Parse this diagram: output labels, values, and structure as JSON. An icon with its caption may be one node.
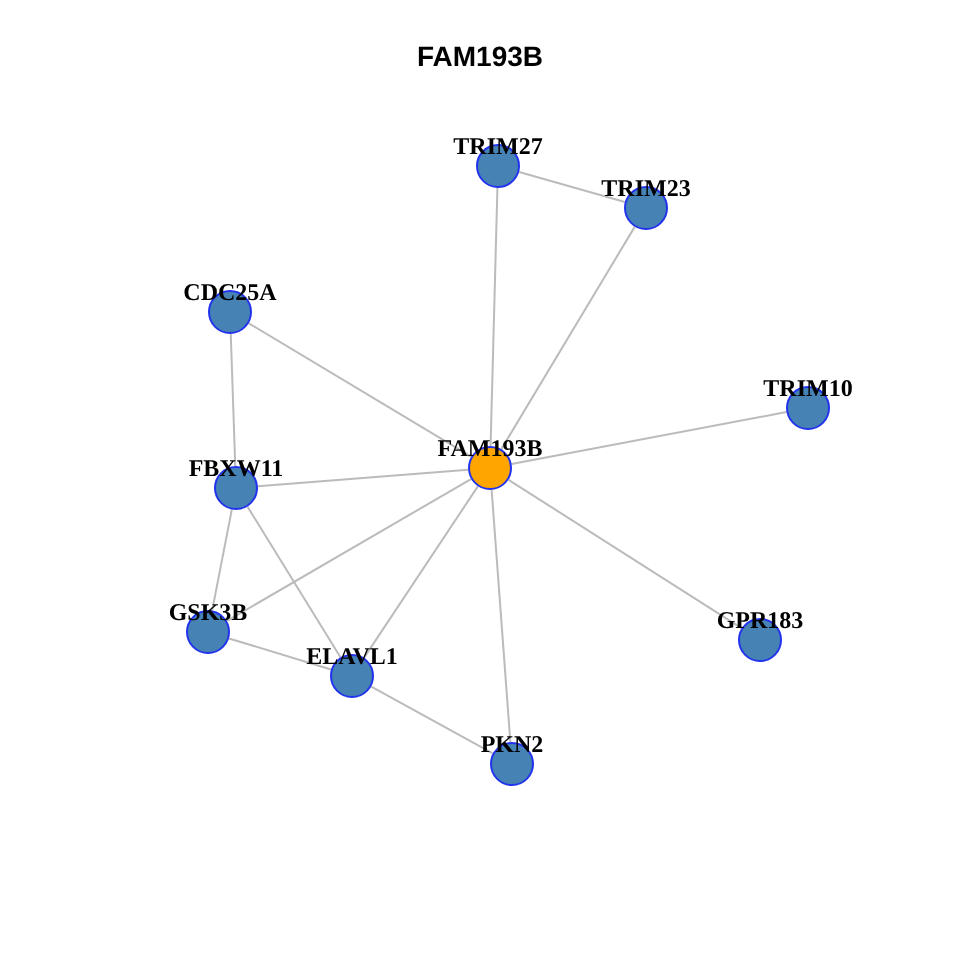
{
  "diagram": {
    "title": "FAM193B",
    "nodes": [
      {
        "text": [
          "TRIM27"
        ]
      },
      {
        "text": [
          "TRIM23"
        ]
      },
      {
        "text": [
          "CDC25A"
        ]
      },
      {
        "text": [
          "TRIM10"
        ]
      },
      {
        "text": [
          "FAM193B"
        ]
      },
      {
        "text": [
          "FBXW11"
        ]
      },
      {
        "text": [
          "GSK3B"
        ]
      },
      {
        "text": [
          "GPR183"
        ]
      },
      {
        "text": [
          "ELAVL1"
        ]
      },
      {
        "text": [
          "PKN2"
        ]
      }
    ],
    "edges": [
      {
        "from": 4,
        "to": 0,
        "arrow": "none"
      },
      {
        "from": 4,
        "to": 1,
        "arrow": "none"
      },
      {
        "from": 4,
        "to": 2,
        "arrow": "none"
      },
      {
        "from": 4,
        "to": 3,
        "arrow": "none"
      },
      {
        "from": 4,
        "to": 5,
        "arrow": "none"
      },
      {
        "from": 4,
        "to": 6,
        "arrow": "none"
      },
      {
        "from": 4,
        "to": 7,
        "arrow": "none"
      },
      {
        "from": 4,
        "to": 8,
        "arrow": "none"
      },
      {
        "from": 4,
        "to": 9,
        "arrow": "none"
      },
      {
        "from": 0,
        "to": 1,
        "arrow": "none"
      },
      {
        "from": 2,
        "to": 5,
        "arrow": "none"
      },
      {
        "from": 5,
        "to": 6,
        "arrow": "none"
      },
      {
        "from": 5,
        "to": 8,
        "arrow": "none"
      },
      {
        "from": 6,
        "to": 8,
        "arrow": "none"
      },
      {
        "from": 8,
        "to": 9,
        "arrow": "none"
      }
    ]
  }
}
